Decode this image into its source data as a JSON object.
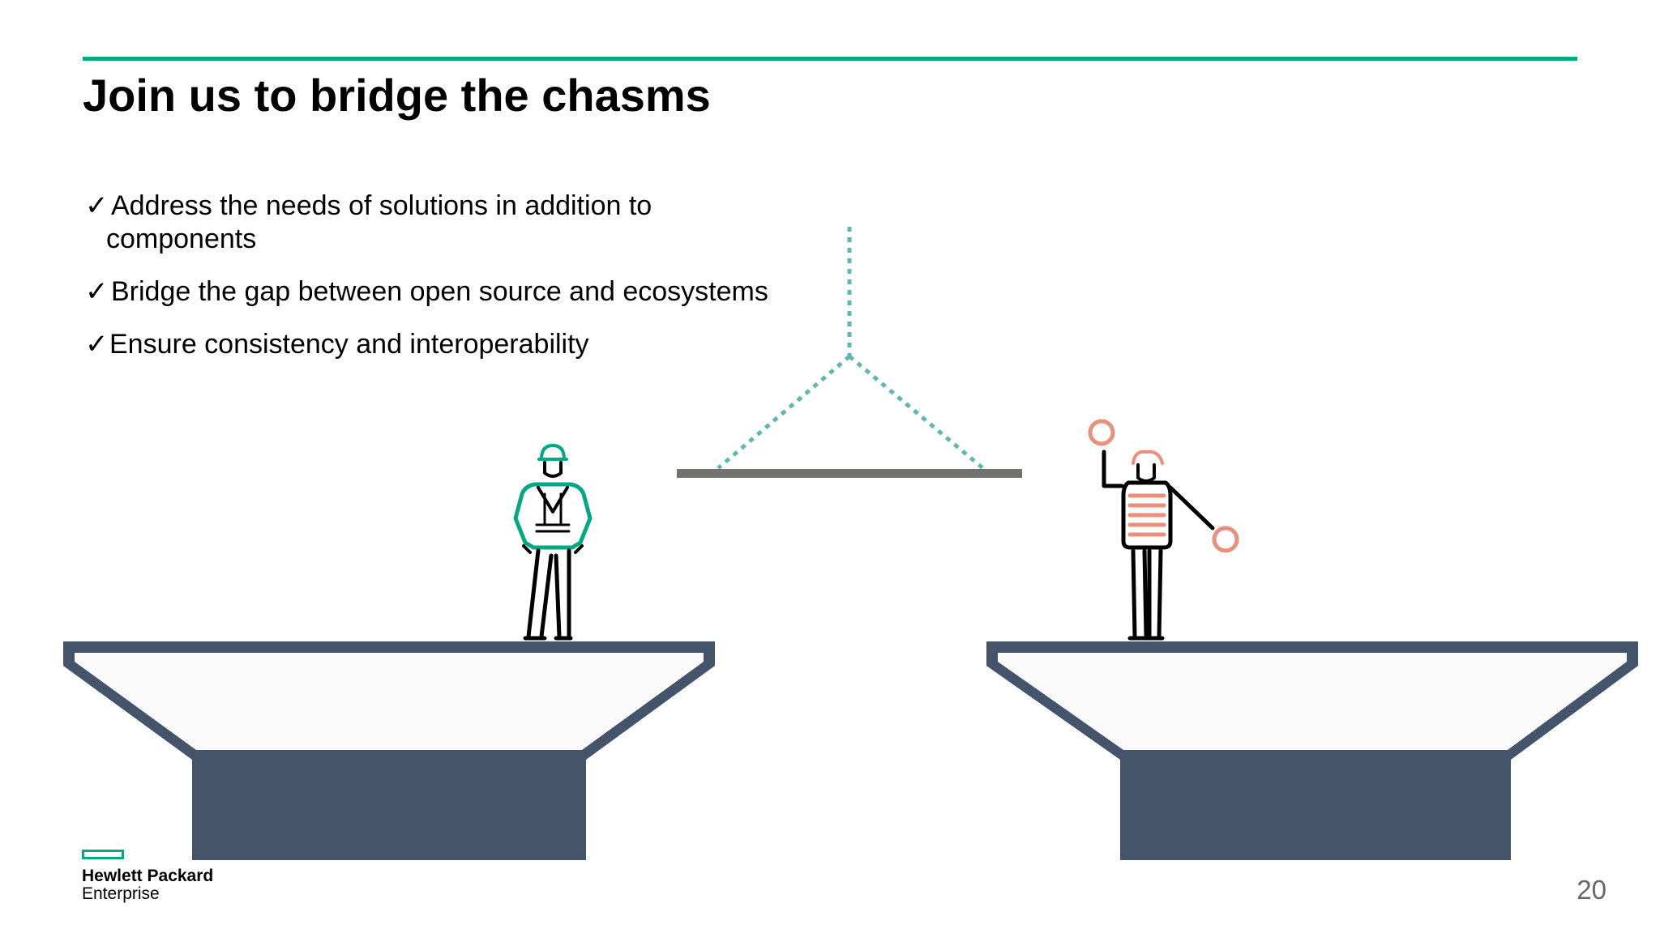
{
  "slide": {
    "title": "Join us to bridge the chasms",
    "check_mark": "✓",
    "bullets": [
      {
        "line1": "Address the needs of solutions in addition to",
        "line2": "components"
      },
      {
        "text": "Bridge the gap between open source and ecosystems"
      },
      {
        "text": "Ensure consistency and interoperability"
      }
    ],
    "page_number": "20"
  },
  "logo": {
    "line1": "Hewlett Packard",
    "line2": "Enterprise"
  },
  "colors": {
    "accent": "#01a982",
    "pier": "#44546a",
    "beam": "#767171",
    "cable": "#5fb8ad",
    "worker_left": "#01a982",
    "worker_right": "#e8907a"
  },
  "icons": [
    "left-worker-icon",
    "right-worker-icon",
    "crane-cable-icon",
    "signal-paddle-icon"
  ]
}
